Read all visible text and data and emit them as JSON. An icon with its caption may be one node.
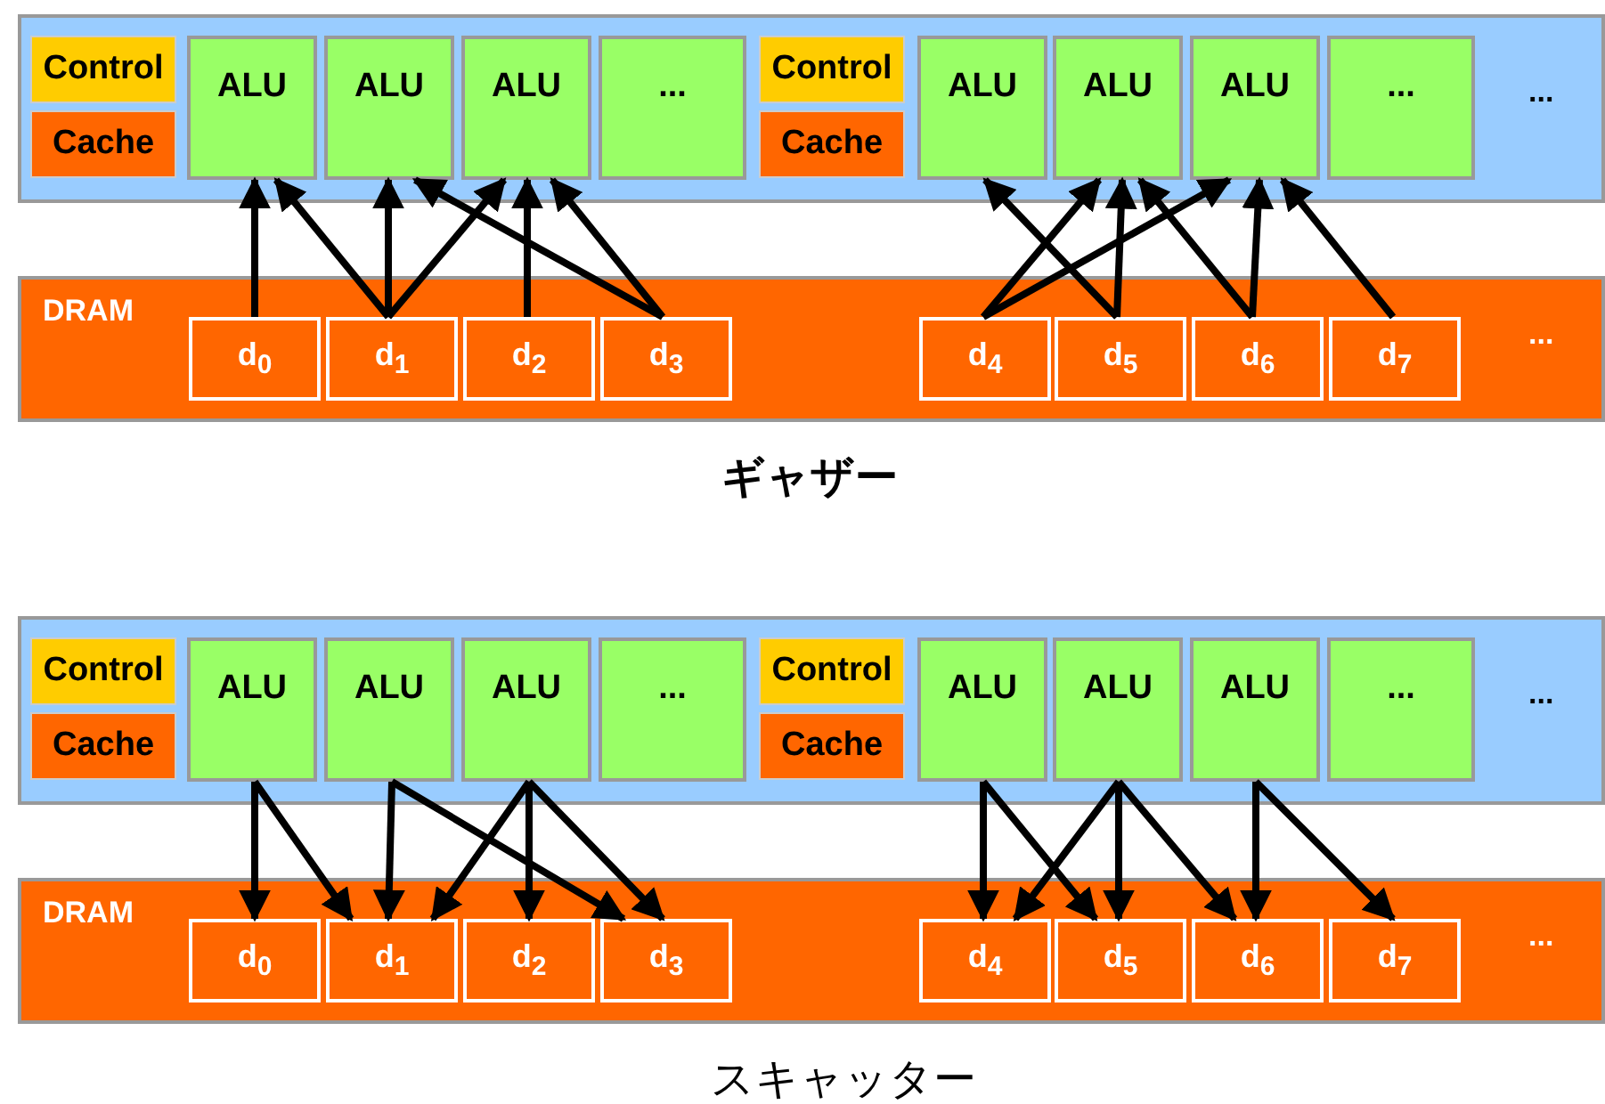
{
  "diagram": {
    "nodes": [
      {
        "text": [],
        "shape": "bar"
      },
      {
        "text": [
          "Control"
        ],
        "in": 0
      },
      {
        "text": [
          "Cache"
        ],
        "in": 0
      },
      {
        "text": [
          "ALU"
        ],
        "in": 0
      },
      {
        "text": [
          "ALU"
        ],
        "in": 0
      },
      {
        "text": [
          "ALU"
        ],
        "in": 0
      },
      {
        "text": [
          "..."
        ],
        "in": 0
      },
      {
        "text": [
          "Control"
        ],
        "in": 0
      },
      {
        "text": [
          "Cache"
        ],
        "in": 0
      },
      {
        "text": [
          "ALU"
        ],
        "in": 0
      },
      {
        "text": [
          "ALU"
        ],
        "in": 0
      },
      {
        "text": [
          "ALU"
        ],
        "in": 0
      },
      {
        "text": [
          "..."
        ],
        "in": 0
      },
      {
        "text": [
          "DRAM"
        ]
      },
      {
        "text": [
          "d$_{0}$"
        ],
        "in": 13
      },
      {
        "text": [
          "d$_{1}$"
        ],
        "in": 13
      },
      {
        "text": [
          "d$_{2}$"
        ],
        "in": 13
      },
      {
        "text": [
          "d$_{3}$"
        ],
        "in": 13
      },
      {
        "text": [
          "d$_{4}$"
        ],
        "in": 13
      },
      {
        "text": [
          "d$_{5}$"
        ],
        "in": 13
      },
      {
        "text": [
          "d$_{6}$"
        ],
        "in": 13
      },
      {
        "text": [
          "d$_{7}$"
        ],
        "in": 13
      },
      {
        "text": [],
        "shape": "bar"
      },
      {
        "text": [
          "Control"
        ],
        "in": 22
      },
      {
        "text": [
          "Cache"
        ],
        "in": 22
      },
      {
        "text": [
          "ALU"
        ],
        "in": 22
      },
      {
        "text": [
          "ALU"
        ],
        "in": 22
      },
      {
        "text": [
          "ALU"
        ],
        "in": 22
      },
      {
        "text": [
          "..."
        ],
        "in": 22
      },
      {
        "text": [
          "Control"
        ],
        "in": 22
      },
      {
        "text": [
          "Cache"
        ],
        "in": 22
      },
      {
        "text": [
          "ALU"
        ],
        "in": 22
      },
      {
        "text": [
          "ALU"
        ],
        "in": 22
      },
      {
        "text": [
          "ALU"
        ],
        "in": 22
      },
      {
        "text": [
          "..."
        ],
        "in": 22
      },
      {
        "text": [
          "DRAM"
        ]
      },
      {
        "text": [
          "d$_{0}$"
        ],
        "in": 35
      },
      {
        "text": [
          "d$_{1}$"
        ],
        "in": 35
      },
      {
        "text": [
          "d$_{2}$"
        ],
        "in": 35
      },
      {
        "text": [
          "d$_{3}$"
        ],
        "in": 35
      },
      {
        "text": [
          "d$_{4}$"
        ],
        "in": 35
      },
      {
        "text": [
          "d$_{5}$"
        ],
        "in": 35
      },
      {
        "text": [
          "d$_{6}$"
        ],
        "in": 35
      },
      {
        "text": [
          "d$_{7}$"
        ],
        "in": 35
      }
    ],
    "edges": [
      {
        "from": 14,
        "to": 3,
        "arrow": "to"
      },
      {
        "from": 15,
        "to": 3,
        "arrow": "to"
      },
      {
        "from": 15,
        "to": 4,
        "arrow": "to"
      },
      {
        "from": 15,
        "to": 5,
        "arrow": "to"
      },
      {
        "from": 16,
        "to": 5,
        "arrow": "to"
      },
      {
        "from": 17,
        "to": 4,
        "arrow": "to"
      },
      {
        "from": 17,
        "to": 5,
        "arrow": "to"
      },
      {
        "from": 18,
        "to": 10,
        "arrow": "to"
      },
      {
        "from": 18,
        "to": 11,
        "arrow": "to"
      },
      {
        "from": 19,
        "to": 9,
        "arrow": "to"
      },
      {
        "from": 19,
        "to": 10,
        "arrow": "to"
      },
      {
        "from": 20,
        "to": 10,
        "arrow": "to"
      },
      {
        "from": 20,
        "to": 11,
        "arrow": "to"
      },
      {
        "from": 21,
        "to": 11,
        "arrow": "to"
      },
      {
        "from": 25,
        "to": 36,
        "arrow": "to"
      },
      {
        "from": 25,
        "to": 37,
        "arrow": "to"
      },
      {
        "from": 26,
        "to": 37,
        "arrow": "to"
      },
      {
        "from": 26,
        "to": 39,
        "arrow": "to"
      },
      {
        "from": 27,
        "to": 37,
        "arrow": "to"
      },
      {
        "from": 27,
        "to": 38,
        "arrow": "to"
      },
      {
        "from": 27,
        "to": 39,
        "arrow": "to"
      },
      {
        "from": 31,
        "to": 40,
        "arrow": "to"
      },
      {
        "from": 31,
        "to": 41,
        "arrow": "to"
      },
      {
        "from": 32,
        "to": 40,
        "arrow": "to"
      },
      {
        "from": 32,
        "to": 41,
        "arrow": "to"
      },
      {
        "from": 32,
        "to": 42,
        "arrow": "to"
      },
      {
        "from": 33,
        "to": 42,
        "arrow": "to"
      },
      {
        "from": 33,
        "to": 43,
        "arrow": "to"
      }
    ],
    "labels": [
      "...",
      "...",
      "ギャザー",
      "...",
      "...",
      "スキャッター"
    ]
  }
}
